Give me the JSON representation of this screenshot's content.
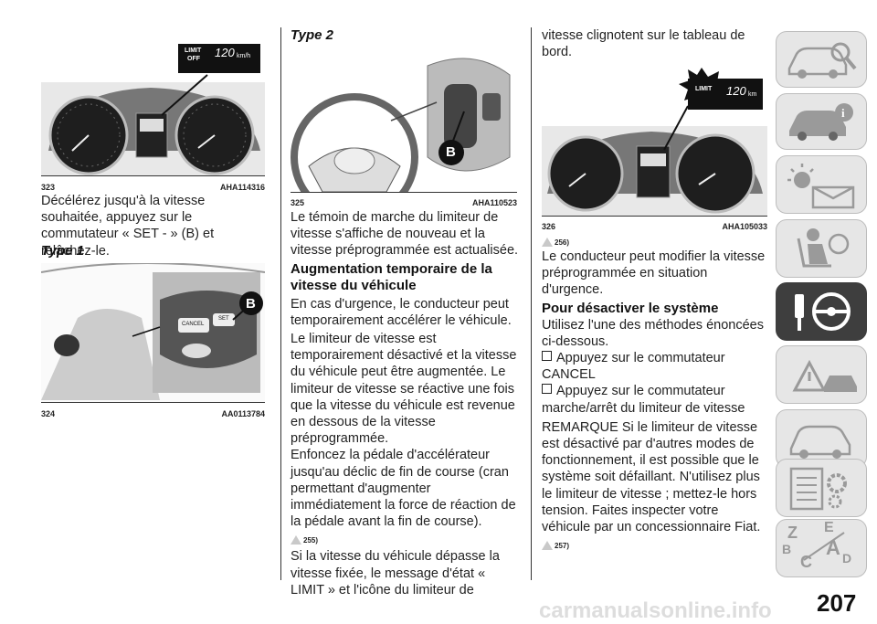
{
  "column1": {
    "fig323": {
      "num": "323",
      "code": "AHA114316",
      "display_limit": "LIMIT",
      "display_off": "OFF",
      "display_speed": "120",
      "display_unit": "km/h"
    },
    "para1": "Décélérez jusqu'à la vitesse souhaitée, appuyez sur le commutateur « SET - » (B) et relâchez-le.",
    "type1": "Type 1",
    "fig324": {
      "num": "324",
      "code": "AA0113784",
      "badge": "B",
      "cancel": "CANCEL",
      "set": "SET"
    }
  },
  "column2": {
    "type2": "Type 2",
    "fig325": {
      "num": "325",
      "code": "AHA110523",
      "badge": "B"
    },
    "para1": "Le témoin de marche du limiteur de vitesse s'affiche de nouveau et la vitesse préprogrammée est actualisée.",
    "heading": "Augmentation temporaire de la vitesse du véhicule",
    "para2": "En cas d'urgence, le conducteur peut temporairement accélérer le véhicule.",
    "para3": "Le limiteur de vitesse est temporairement désactivé et la vitesse du véhicule peut être augmentée. Le limiteur de vitesse se réactive une fois que la vitesse du véhicule est revenue en dessous de la vitesse préprogrammée.",
    "para4": "Enfoncez la pédale d'accélérateur jusqu'au déclic de fin de course (cran permettant d'augmenter immédiatement la force de réaction de la pédale avant la fin de course).",
    "note": "255)",
    "para5": "Si la vitesse du véhicule dépasse la vitesse fixée, le message d'état « LIMIT » et l'icône du limiteur de"
  },
  "column3": {
    "para1": "vitesse clignotent sur le tableau de bord.",
    "fig326": {
      "num": "326",
      "code": "AHA105033",
      "display_limit": "LIMIT",
      "display_speed": "120",
      "display_unit": "km"
    },
    "note1": "256)",
    "para2": "Le conducteur peut modifier la vitesse préprogrammée en situation d'urgence.",
    "heading": "Pour désactiver le système",
    "para3": "Utilisez l'une des méthodes énoncées ci-dessous.",
    "bullet1": "Appuyez sur le commutateur CANCEL",
    "bullet2": "Appuyez sur le commutateur marche/arrêt du limiteur de vitesse",
    "para4": "REMARQUE Si le limiteur de vitesse est désactivé par d'autres modes de fonctionnement, il est possible que le système soit défaillant. N'utilisez plus le limiteur de vitesse ; mettez-le hors tension. Faites inspecter votre véhicule par un concessionnaire Fiat.",
    "note2": "257)"
  },
  "sidebar": {
    "tabs": [
      {
        "icon": "car-search-icon",
        "active": false
      },
      {
        "icon": "car-info-icon",
        "active": false
      },
      {
        "icon": "warning-lights-icon",
        "active": false
      },
      {
        "icon": "airbag-seat-icon",
        "active": false
      },
      {
        "icon": "key-steering-wheel-icon",
        "active": true
      },
      {
        "icon": "warning-triangle-car-icon",
        "active": false
      },
      {
        "icon": "car-service-icon",
        "active": false
      },
      {
        "icon": "specs-gear-icon",
        "active": false
      },
      {
        "icon": "alphabet-index-icon",
        "active": false
      }
    ],
    "index_letters": [
      "Z",
      "E",
      "A",
      "B",
      "C",
      "D"
    ]
  },
  "page_number": "207",
  "watermark": "carmanualsonline.info"
}
